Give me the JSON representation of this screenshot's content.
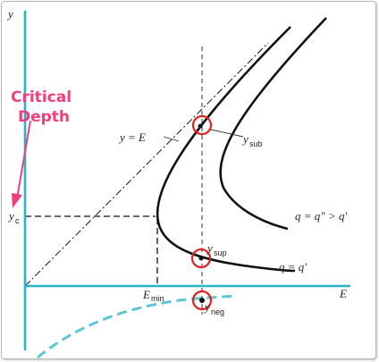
{
  "callout": {
    "line1": "Critical",
    "line2": "Depth"
  },
  "labels": {
    "y_axis": "y",
    "x_axis": "E",
    "yc_main": "y",
    "yc_sub": "c",
    "emin_main": "E",
    "emin_sub": "min",
    "line_label": "y = E",
    "ysub_main": "y",
    "ysub_sub": "sub",
    "ysup_main": "y",
    "ysup_sub": "sup",
    "yneg_main": "y",
    "yneg_sub": "neg",
    "curve_q2": "q = q\" > q'",
    "curve_q1": "q = q'"
  },
  "colors": {
    "axis": "#2ab5c4",
    "curve": "#111111",
    "callout": "#f0407a",
    "marker": "#e32020",
    "negative_branch": "#5bc6d4"
  }
}
